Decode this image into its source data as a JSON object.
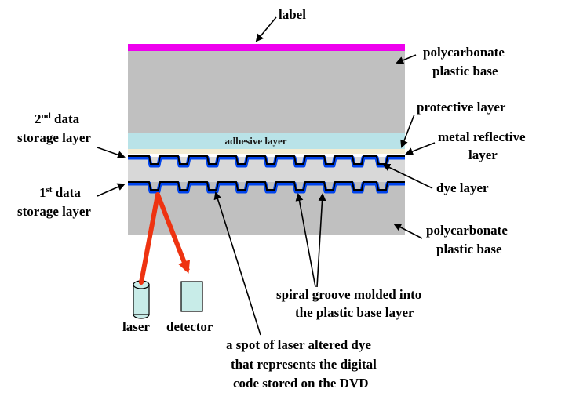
{
  "diagram": {
    "labels": {
      "label": "label",
      "polycarbonate_top_1": "polycarbonate",
      "polycarbonate_top_2": "plastic base",
      "protective_layer": "protective layer",
      "metal_reflective_1": "metal reflective",
      "metal_reflective_2": "layer",
      "dye_layer": "dye layer",
      "polycarbonate_bottom_1": "polycarbonate",
      "polycarbonate_bottom_2": "plastic base",
      "second_data_num": "2",
      "second_data_sup": "nd",
      "second_data_1": " data",
      "second_data_2": "storage layer",
      "first_data_num": "1",
      "first_data_sup": "st",
      "first_data_1": " data",
      "first_data_2": "storage layer",
      "adhesive_layer": "adhesive layer",
      "spiral_groove_1": "spiral groove molded into",
      "spiral_groove_2": "the plastic base layer",
      "laser": "laser",
      "detector": "detector",
      "spot_1": "a spot of laser altered dye",
      "spot_2": "that represents the digital",
      "spot_3": "code stored on the DVD"
    },
    "colors": {
      "label_strip": "#ee00ee",
      "polycarbonate": "#c0c0c0",
      "adhesive": "#b9e3e8",
      "protective": "#f3ecd2",
      "dye": "#0044ee",
      "metal": "#000000",
      "laser_beam": "#ee3311",
      "laser_body": "#c8ece8"
    }
  }
}
